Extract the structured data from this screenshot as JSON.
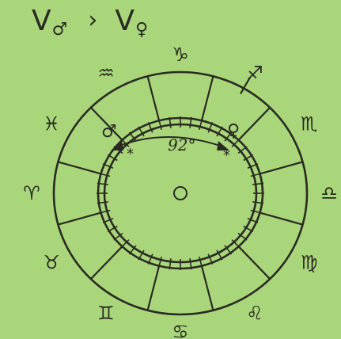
{
  "heading": {
    "left_letter": "V",
    "left_symbol": "♂",
    "operator": "›",
    "right_letter": "V",
    "right_symbol": "♀"
  },
  "zodiac": [
    {
      "name": "capricorn",
      "glyph": "♑"
    },
    {
      "name": "sagittarius",
      "glyph": "♐"
    },
    {
      "name": "scorpio",
      "glyph": "♏"
    },
    {
      "name": "libra",
      "glyph": "♎"
    },
    {
      "name": "virgo",
      "glyph": "♍"
    },
    {
      "name": "leo",
      "glyph": "♌"
    },
    {
      "name": "cancer",
      "glyph": "♋"
    },
    {
      "name": "gemini",
      "glyph": "♊"
    },
    {
      "name": "taurus",
      "glyph": "♉"
    },
    {
      "name": "aries",
      "glyph": "♈"
    },
    {
      "name": "pisces",
      "glyph": "♓"
    },
    {
      "name": "aquarius",
      "glyph": "♒"
    }
  ],
  "planets": {
    "mars": {
      "glyph": "♂",
      "marker": "*"
    },
    "venus": {
      "glyph": "♀",
      "marker": "*"
    }
  },
  "angle_label": "92°",
  "colors": {
    "background": "#a9d67a",
    "ink": "#2a2a22"
  }
}
